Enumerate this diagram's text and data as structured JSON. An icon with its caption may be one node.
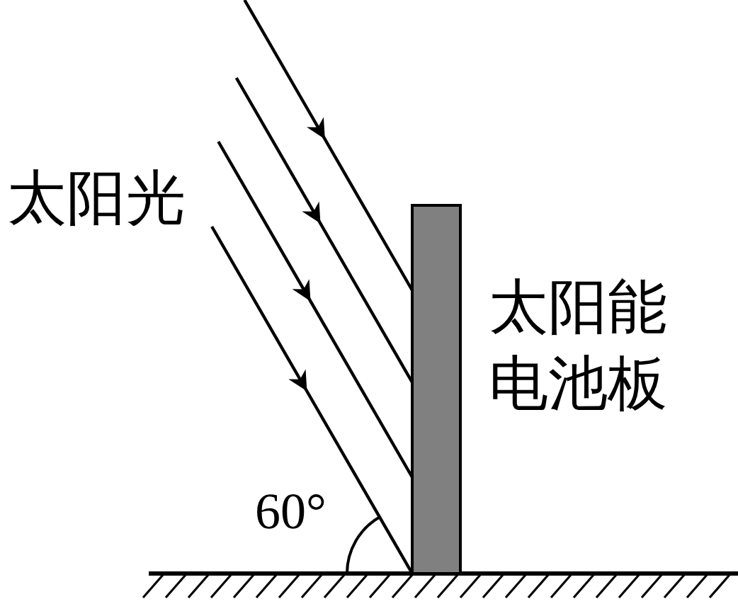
{
  "diagram": {
    "nodes": [
      {
        "text": [],
        "shape": "bar",
        "beside": [
          "太阳能电池板"
        ]
      }
    ],
    "labels": [
      "太阳光",
      "60°"
    ]
  }
}
